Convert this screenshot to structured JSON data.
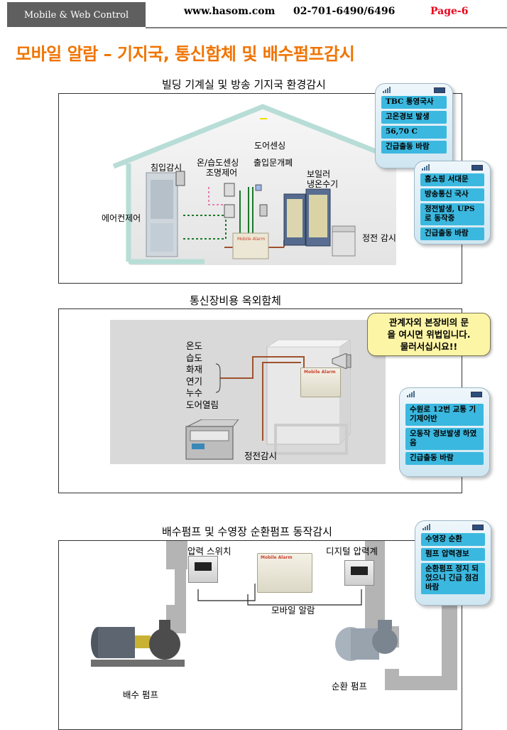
{
  "header": {
    "tab": "Mobile & Web Control",
    "site": "www.hasom.com",
    "phone": "02-701-6490/6496",
    "page": "Page-6"
  },
  "title": "모바일 알람 – 기지국, 통신함체 및 배수펌프감시",
  "section1": {
    "title": "빌딩 기계실 및 방송 기지국 환경감시",
    "labels": {
      "door_sensing": "도어센싱",
      "intrusion": "침입감시",
      "temp_humidity": "온/습도센싱",
      "lighting": "조명제어",
      "access": "출입문개폐",
      "boiler": "보일러",
      "chiller": "냉온수기",
      "aircon": "에어컨제어",
      "power_fail": "정전 감시"
    },
    "phone_a": [
      "TBC 통영국사",
      "고온경보 발생",
      "56,70 C",
      "긴급출동 바람"
    ],
    "phone_b": [
      "홈쇼핑 서대문",
      "방송통신 국사",
      "정전발생, UPS 로 동작중",
      "긴급출동 바람"
    ]
  },
  "section2": {
    "title": "통신장비용 옥외함체",
    "sensors": [
      "온도",
      "습도",
      "화재",
      "연기",
      "누수",
      "도어열림"
    ],
    "power_fail": "정전감시",
    "speech": [
      "관계자외 본장비의 문",
      "을 여시면 위법입니다.",
      "물러서십시요!!"
    ],
    "phone": [
      "수원로 12번 교통 기기제어반",
      "오동작 경보발생 하였음",
      "긴급출동 바람"
    ]
  },
  "section3": {
    "title": "배수펌프 및 수영장 순환펌프 동작감시",
    "pressure_switch": "압력 스위치",
    "digital_gauge": "디지털 압력계",
    "mobile_alarm": "모바일 알람",
    "drain_pump": "배수 펌프",
    "circ_pump": "순환 펌프",
    "phone": [
      "수영장 순환",
      "펌프 압력경보",
      "순환펌프 정지 되었으니 긴급 점검 바람"
    ]
  },
  "device_brand": "Mobile Alarm",
  "colors": {
    "title": "#f07400",
    "page": "#e8001c",
    "msg_bg": "#3bb8df",
    "pipe": "#b4b4b4"
  }
}
